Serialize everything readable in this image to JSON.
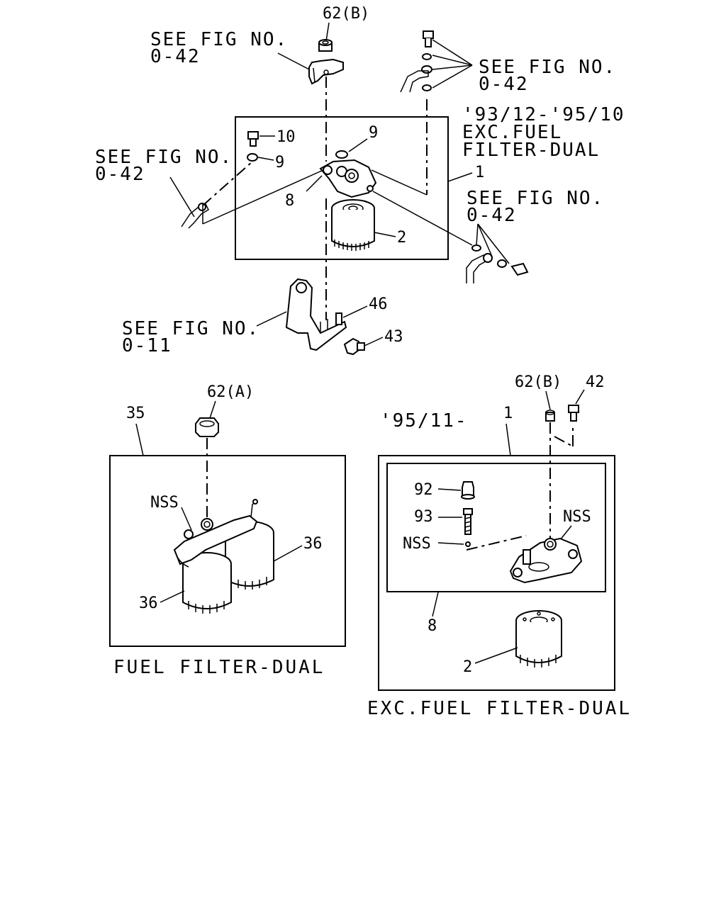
{
  "top": {
    "ref_upper_left": [
      "SEE FIG NO.",
      "0-42"
    ],
    "ref_left": [
      "SEE FIG NO.",
      "0-42"
    ],
    "ref_upper_right": [
      "SEE FIG NO.",
      "0-42"
    ],
    "ref_right": [
      "SEE FIG NO.",
      "0-42"
    ],
    "ref_bottom": [
      "SEE FIG NO.",
      "0-11"
    ],
    "date_note": [
      "'93/12-'95/10",
      "EXC.FUEL",
      "FILTER-DUAL"
    ],
    "callouts": {
      "nut_top": "62(B)",
      "bolt": "10",
      "washer_left": "9",
      "washer_right": "9",
      "head": "8",
      "assembly": "1",
      "filter": "2",
      "stud": "46",
      "bracket_bolt": "43"
    }
  },
  "dual": {
    "caption": "FUEL FILTER-DUAL",
    "callouts": {
      "assembly": "35",
      "nut": "62(A)",
      "nss": "NSS",
      "element_right": "36",
      "element_left": "36"
    }
  },
  "single": {
    "caption": "EXC.FUEL FILTER-DUAL",
    "date_note": "'95/11-",
    "callouts": {
      "nut": "62(B)",
      "bolt": "42",
      "assembly": "1",
      "cap": "92",
      "screw": "93",
      "nss_left": "NSS",
      "nss_right": "NSS",
      "head": "8",
      "filter": "2"
    }
  }
}
